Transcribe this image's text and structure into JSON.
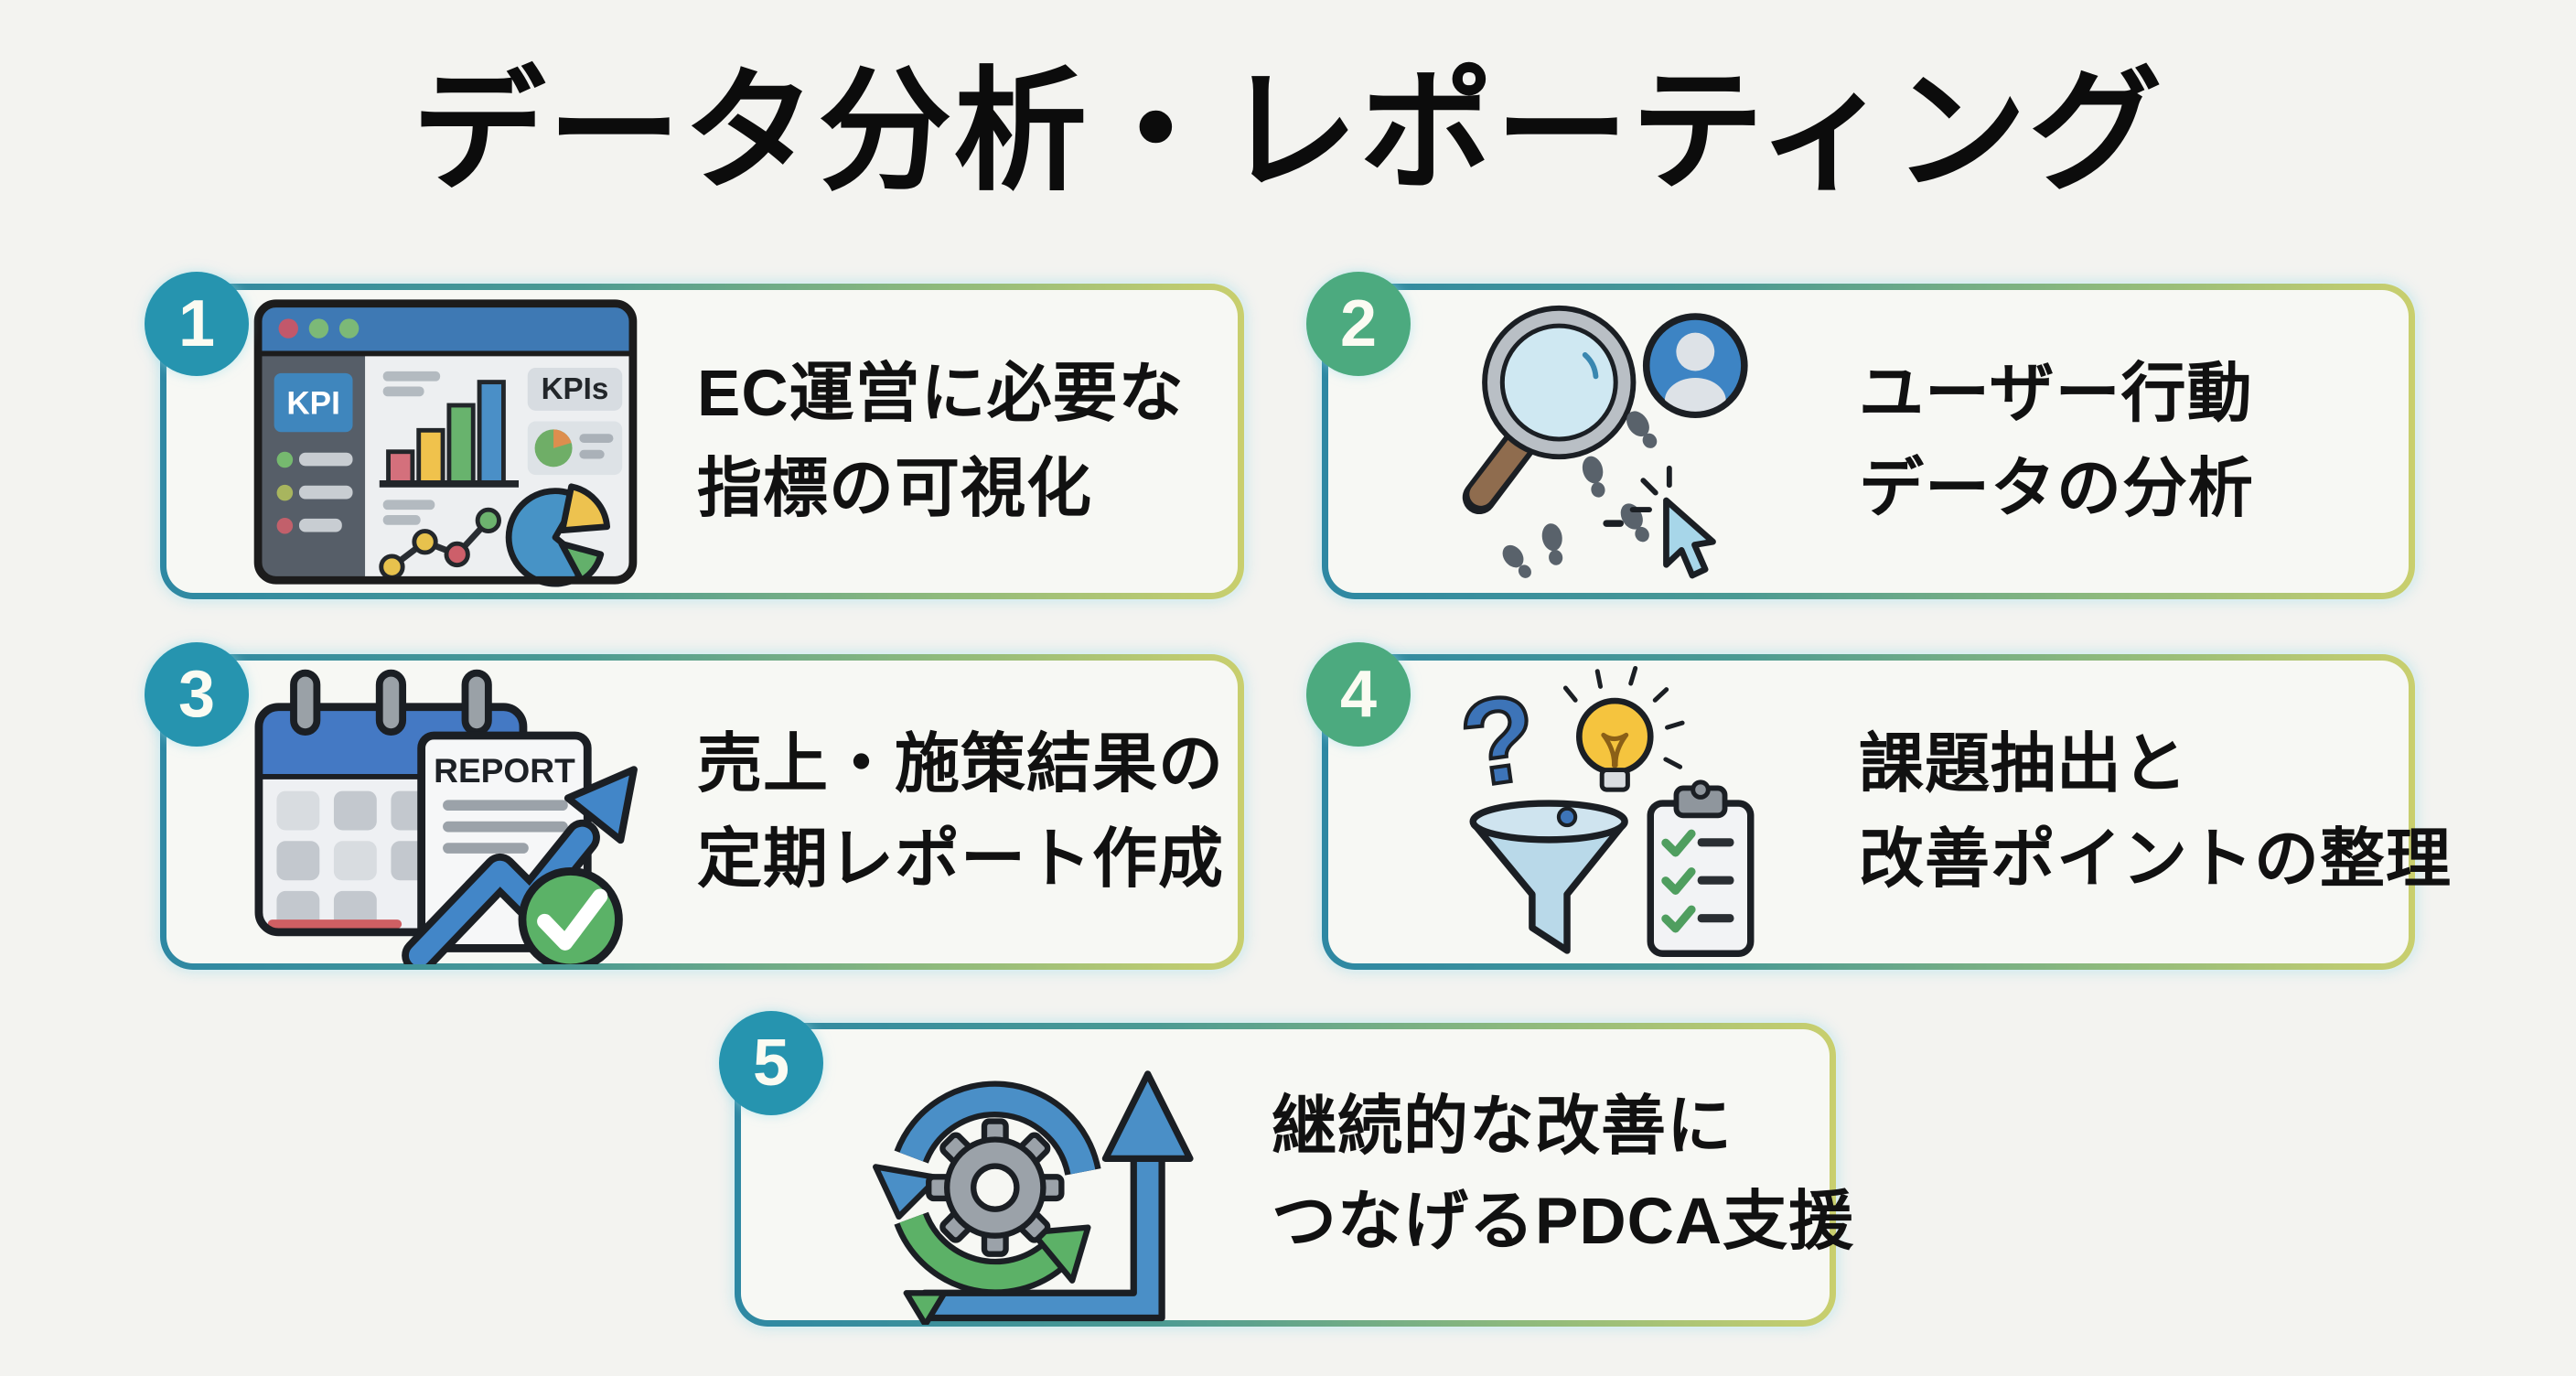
{
  "title": "データ分析・レポーティング",
  "colors": {
    "background": "#f3f3f0",
    "card_background": "#f7f8f4",
    "border_gradient_start": "#2e88a3",
    "border_gradient_end": "#c9cf6e",
    "badge_teal": "#2694af",
    "badge_green": "#4caa7f",
    "title_color": "#0c0c0c",
    "text_color": "#111111"
  },
  "cards": [
    {
      "number": "1",
      "line1": "EC運営に必要な",
      "line2": "指標の可視化",
      "icon": "kpi-dashboard-icon"
    },
    {
      "number": "2",
      "line1": "ユーザー行動",
      "line2": "データの分析",
      "icon": "user-behavior-icon"
    },
    {
      "number": "3",
      "line1": "売上・施策結果の",
      "line2": "定期レポート作成",
      "icon": "report-calendar-icon"
    },
    {
      "number": "4",
      "line1": "課題抽出と",
      "line2": "改善ポイントの整理",
      "icon": "funnel-checklist-icon"
    },
    {
      "number": "5",
      "line1": "継続的な改善に",
      "line2": "つなげるPDCA支援",
      "icon": "pdca-cycle-icon"
    }
  ],
  "icon_labels": {
    "kpi_label": "KPI",
    "kpis_label": "KPIs",
    "report_label": "REPORT"
  }
}
